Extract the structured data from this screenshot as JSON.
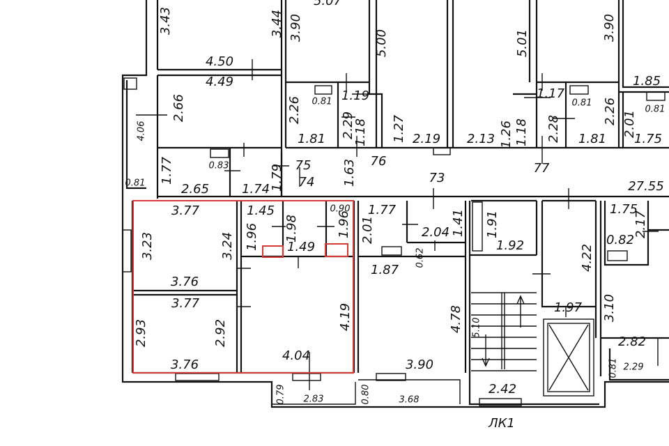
{
  "plan": {
    "highlight_color": "#d63a32",
    "section_label": "ЛК1",
    "top_row": {
      "a1": "5.07",
      "a2": "3.43",
      "a3": "3.44",
      "a4": "3.90",
      "a5": "5.00",
      "b1": "4.50",
      "b2": "4.49",
      "b3": "2.66",
      "b4": "4.06",
      "b5": "0.81",
      "c1": "2.26",
      "c2": "0.81",
      "c3": "1.19",
      "c4": "2.29",
      "c5": "1.18",
      "c6": "1.81",
      "c7": "1.27",
      "c8": "2.19",
      "d1": "5.01",
      "d2": "2.13",
      "d3": "1.26",
      "d4": "1.18",
      "d5": "1.17",
      "d6": "2.28",
      "d7": "0.81",
      "d8": "2.26",
      "d9": "1.81",
      "d10": "3.90",
      "e1": "1.85",
      "e2": "2.01",
      "e3": "0.81",
      "e4": "1.75",
      "f1": "1.77",
      "f2": "0.83",
      "f3": "2.65",
      "f4": "1.74",
      "f5": "1.79",
      "f6": "75",
      "f7": "74",
      "f8": "1.63",
      "f9": "76",
      "f10": "73",
      "f11": "77",
      "f12": "27.55"
    },
    "apartment": {
      "r1": "3.77",
      "r2": "3.23",
      "r3": "3.24",
      "r4": "3.76",
      "r5": "3.77",
      "r6": "2.93",
      "r7": "2.92",
      "r8": "3.76",
      "r9": "1.45",
      "r10": "1.96",
      "r11": "1.98",
      "r12": "1.49",
      "r13": "0.90",
      "r14": "1.96",
      "r15": "4.19",
      "r16": "4.04",
      "r17": "0.79",
      "r18": "2.83"
    },
    "bottom_row": {
      "g1": "1.77",
      "g2": "2.01",
      "g3": "1.87",
      "g4": "2.04",
      "g5": "1.41",
      "g6": "0.62",
      "g7": "4.78",
      "g8": "3.90",
      "g9": "0.80",
      "g10": "3.68",
      "h1": "1.91",
      "h2": "1.92",
      "h3": "5.10",
      "h4": "2.42",
      "h5": "4.22",
      "h6": "1.97",
      "i1": "1.75",
      "i2": "2.17",
      "i3": "0.82",
      "i4": "3.10",
      "i5": "2.82",
      "i6": "0.81",
      "i7": "2.29"
    }
  }
}
